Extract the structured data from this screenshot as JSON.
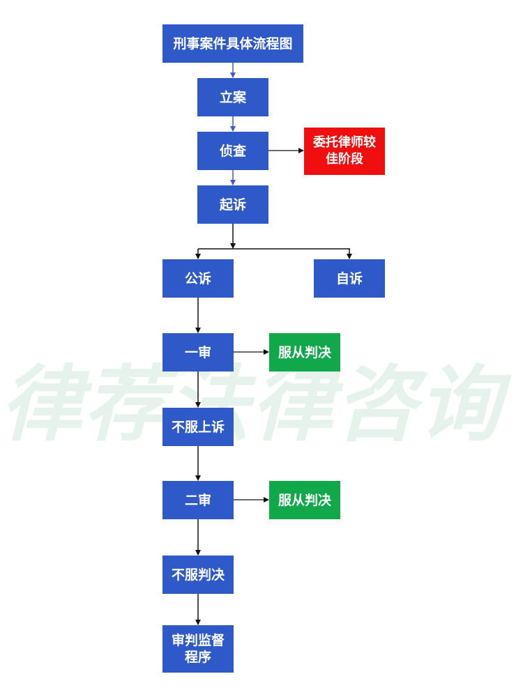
{
  "watermark": {
    "text": "律荐法律咨询",
    "registered_mark": "®"
  },
  "nodes": {
    "title": "刑事案件具体流程图",
    "lian": "立案",
    "zhencha": "侦查",
    "weituo": "委托律师较\n佳阶段",
    "qisu": "起诉",
    "gongsu": "公诉",
    "zisu": "自诉",
    "yishen": "一审",
    "fucong_1": "服从判决",
    "bufu_shangsu": "不服上诉",
    "ershen": "二审",
    "fucong_2": "服从判决",
    "bufu_panjue": "不服判决",
    "jiandu": "审判监督\n程序"
  },
  "colors": {
    "blue_box": "#2f58c9",
    "red_box": "#f00f0f",
    "green_box": "#10a84a",
    "arrow_blue": "#3a5bd4",
    "arrow_black": "#111111",
    "watermark": "#e6f3ec"
  }
}
